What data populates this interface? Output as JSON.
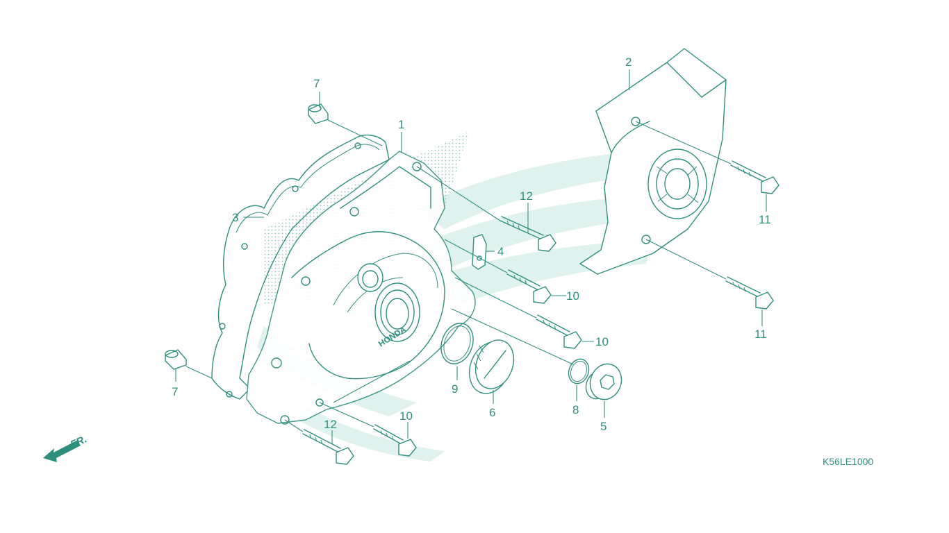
{
  "diagram_code": "K56LE1000",
  "front_indicator": "FR.",
  "colors": {
    "line": "#2f8f7f",
    "watermark": "#dff2ee",
    "background": "#ffffff"
  },
  "callouts": [
    {
      "id": "c1",
      "label": "1"
    },
    {
      "id": "c2",
      "label": "2"
    },
    {
      "id": "c3",
      "label": "3"
    },
    {
      "id": "c4",
      "label": "4"
    },
    {
      "id": "c5",
      "label": "5"
    },
    {
      "id": "c6",
      "label": "6"
    },
    {
      "id": "c7a",
      "label": "7"
    },
    {
      "id": "c7b",
      "label": "7"
    },
    {
      "id": "c8",
      "label": "8"
    },
    {
      "id": "c9",
      "label": "9"
    },
    {
      "id": "c10a",
      "label": "10"
    },
    {
      "id": "c10b",
      "label": "10"
    },
    {
      "id": "c10c",
      "label": "10"
    },
    {
      "id": "c11a",
      "label": "11"
    },
    {
      "id": "c11b",
      "label": "11"
    },
    {
      "id": "c12a",
      "label": "12"
    },
    {
      "id": "c12b",
      "label": "12"
    }
  ],
  "watermark_icon": "honda-wing-icon",
  "cover_emboss_text": "HONDA"
}
